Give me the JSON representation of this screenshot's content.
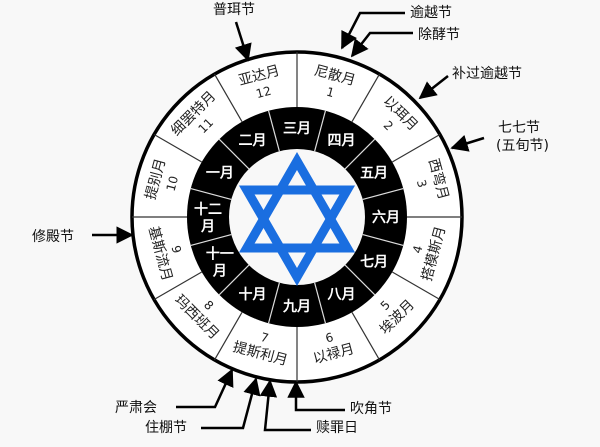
{
  "title": "Hebrew calendar months and festivals",
  "colors": {
    "background": "#f8f8f8",
    "ring_outer": "#ffffff",
    "ring_inner": "#000000",
    "star": "#1a6ee0",
    "line": "#000000"
  },
  "center": {
    "icon": "star-of-david-icon"
  },
  "hebrew_months": [
    {
      "num": "1",
      "name": "尼散月"
    },
    {
      "num": "2",
      "name": "以珥月"
    },
    {
      "num": "3",
      "name": "西弯月"
    },
    {
      "num": "4",
      "name": "搭模斯月"
    },
    {
      "num": "5",
      "name": "埃波月"
    },
    {
      "num": "6",
      "name": "以禄月"
    },
    {
      "num": "7",
      "name": "提斯利月"
    },
    {
      "num": "8",
      "name": "玛西班月"
    },
    {
      "num": "9",
      "name": "基斯流月"
    },
    {
      "num": "10",
      "name": "提别月"
    },
    {
      "num": "11",
      "name": "细罢特月"
    },
    {
      "num": "12",
      "name": "亚达月"
    }
  ],
  "gregorian_months": [
    "三月",
    "四月",
    "五月",
    "六月",
    "七月",
    "八月",
    "九月",
    "十月",
    "十一月",
    "十二月",
    "一月",
    "二月"
  ],
  "festivals": {
    "purim": "普珥节",
    "passover": "逾越节",
    "unleavened_bread": "除酵节",
    "second_passover": "补过逾越节",
    "weeks_line1": "七七节",
    "weeks_line2": "(五旬节)",
    "dedication": "修殿节",
    "solemn_assembly": "严肃会",
    "tabernacles": "住棚节",
    "atonement": "赎罪日",
    "trumpets": "吹角节"
  }
}
